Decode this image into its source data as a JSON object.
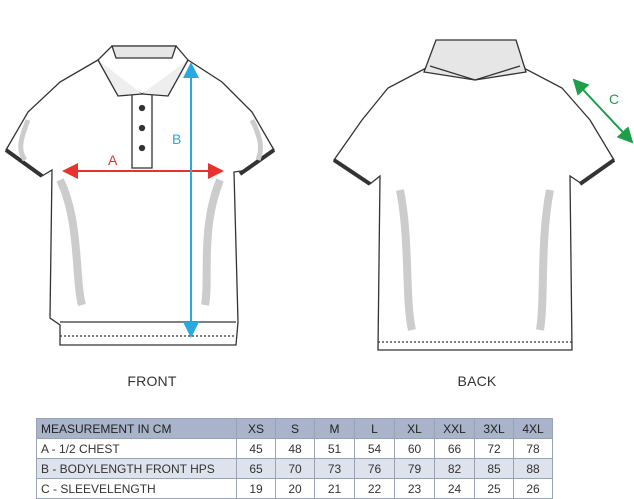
{
  "views": {
    "front_label": "FRONT",
    "back_label": "BACK"
  },
  "markers": {
    "a": "A",
    "b": "B",
    "c": "C"
  },
  "colors": {
    "marker_a": "#e8322d",
    "marker_b": "#2aa9e0",
    "marker_c": "#1e9e4a",
    "header_bg": "#a9b3c9",
    "alt_row_bg": "#dde2ec"
  },
  "table": {
    "header": [
      "MEASUREMENT IN CM",
      "XS",
      "S",
      "M",
      "L",
      "XL",
      "XXL",
      "3XL",
      "4XL"
    ],
    "rows": [
      [
        "A - 1/2 CHEST",
        "45",
        "48",
        "51",
        "54",
        "60",
        "66",
        "72",
        "78"
      ],
      [
        "B - BODYLENGTH FRONT HPS",
        "65",
        "70",
        "73",
        "76",
        "79",
        "82",
        "85",
        "88"
      ],
      [
        "C - SLEEVELENGTH",
        "19",
        "20",
        "21",
        "22",
        "23",
        "24",
        "25",
        "26"
      ]
    ]
  }
}
